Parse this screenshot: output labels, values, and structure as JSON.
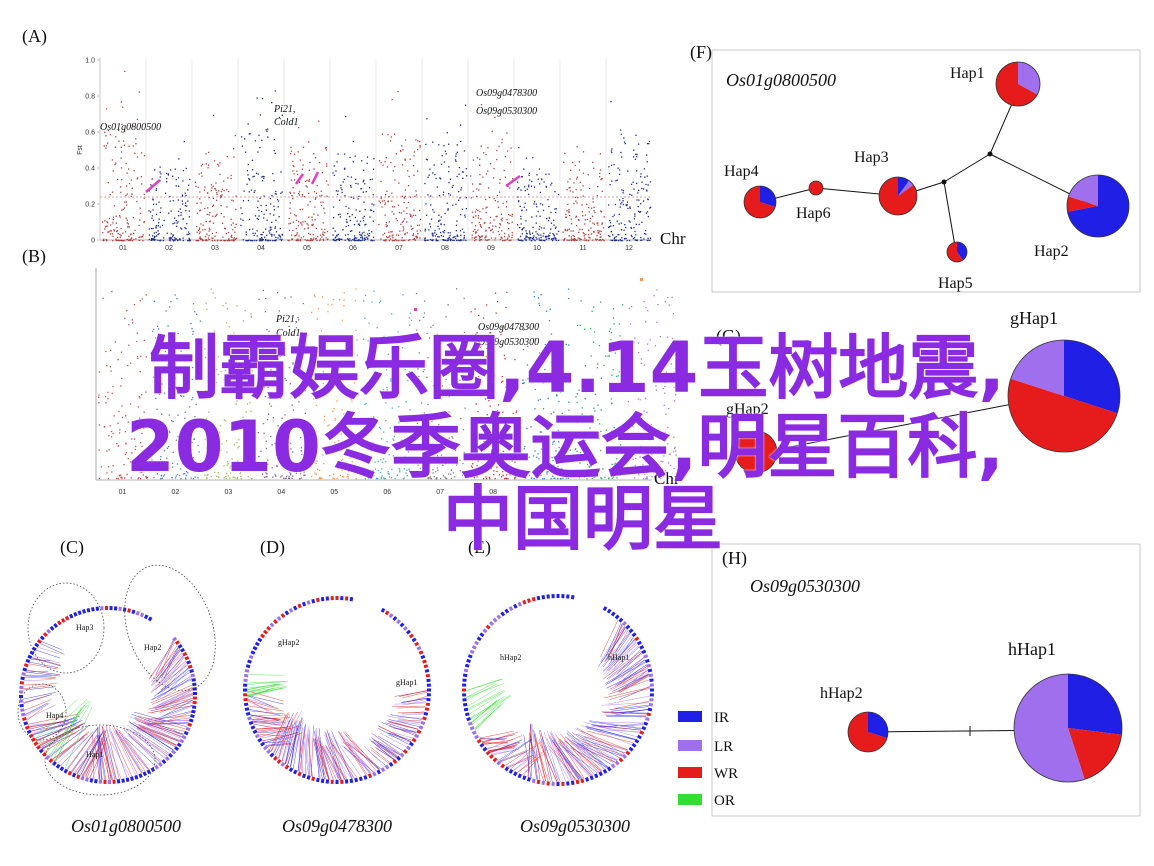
{
  "panels": {
    "A": {
      "label": "(A)"
    },
    "B": {
      "label": "(B)"
    },
    "C": {
      "label": "(C)",
      "caption": "Os01g0800500"
    },
    "D": {
      "label": "(D)",
      "caption": "Os09g0478300"
    },
    "E": {
      "label": "(E)",
      "caption": "Os09g0530300"
    },
    "F": {
      "label": "(F)",
      "gene": "Os01g0800500"
    },
    "G": {
      "label": "(G)"
    },
    "H": {
      "label": "(H)",
      "gene": "Os09g0530300"
    }
  },
  "manhattan_A": {
    "ylabel": "Fst",
    "yticks": [
      "0",
      "0.2",
      "0.4",
      "0.6",
      "0.8",
      "1.0"
    ],
    "chroms": [
      "01",
      "02",
      "03",
      "04",
      "05",
      "06",
      "07",
      "08",
      "09",
      "10",
      "11",
      "12"
    ],
    "xlabel": "Chr",
    "ann1": "Os01g0800500",
    "ann2a": "Pi21,",
    "ann2b": "Cold1",
    "ann3a": "Os09g0478300",
    "ann3b": "Os09g0530300"
  },
  "manhattan_B": {
    "chroms": [
      "01",
      "02",
      "03",
      "04",
      "05",
      "06",
      "07",
      "08"
    ],
    "xlabel": "Chr",
    "ann2a": "Pi21,",
    "ann2b": "Cold1",
    "ann3a": "Os09g0478300",
    "ann3b": "Os09g0530300"
  },
  "circles": {
    "C": {
      "h1": "Hap1",
      "h2": "Hap2",
      "h3": "Hap3",
      "h4": "Hap4"
    },
    "D": {
      "h1": "gHap1",
      "h2": "gHap2"
    },
    "E": {
      "h1": "hHap1",
      "h2": "hHap2"
    }
  },
  "network_F": {
    "hap1": "Hap1",
    "hap2": "Hap2",
    "hap3": "Hap3",
    "hap4": "Hap4",
    "hap5": "Hap5",
    "hap6": "Hap6"
  },
  "network_G": {
    "hap1": "gHap1",
    "hap2": "gHap2"
  },
  "network_H": {
    "hap1": "hHap1",
    "hap2": "hHap2"
  },
  "legend": [
    {
      "label": "IR",
      "color": "#1f1fe6"
    },
    {
      "label": "LR",
      "color": "#9f6fee"
    },
    {
      "label": "WR",
      "color": "#e61c1c"
    },
    {
      "label": "OR",
      "color": "#33dd33"
    }
  ],
  "overlay": {
    "line1": "制霸娱乐圈,4.14玉树地震,",
    "line2": "2010冬季奥运会,明星百科,",
    "line3": "中国明星"
  }
}
